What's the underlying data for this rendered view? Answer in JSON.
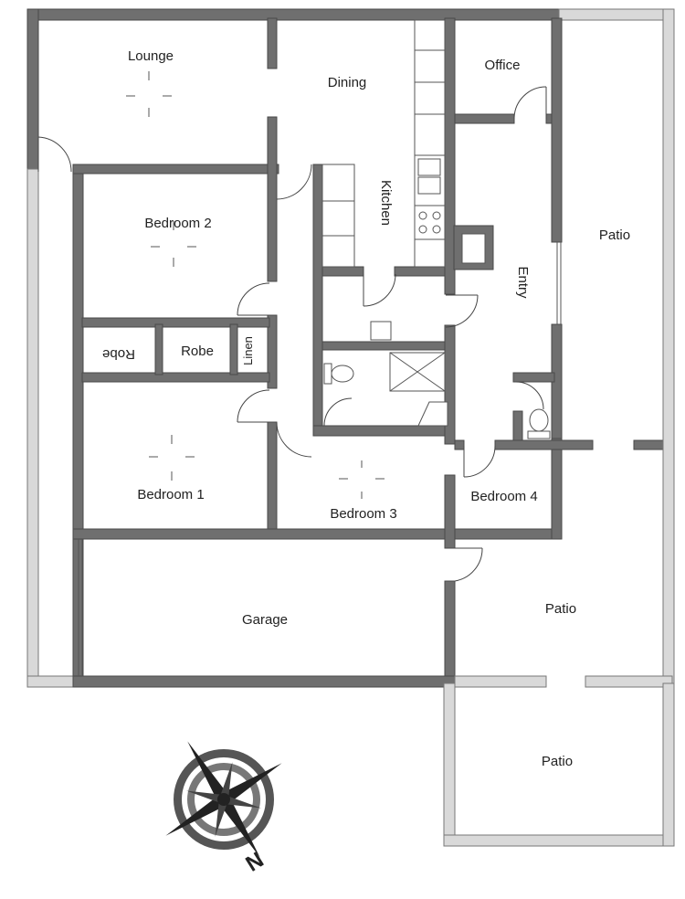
{
  "rooms": {
    "lounge": "Lounge",
    "dining": "Dining",
    "office": "Office",
    "kitchen": "Kitchen",
    "bedroom2": "Bedroom 2",
    "patio_east": "Patio",
    "entry": "Entry",
    "robe_left": "Robe",
    "robe_right": "Robe",
    "linen": "Linen",
    "bedroom1": "Bedroom 1",
    "bedroom3": "Bedroom 3",
    "bedroom4": "Bedroom 4",
    "garage": "Garage",
    "patio_south": "Patio",
    "patio_bottom": "Patio"
  },
  "compass": {
    "north_label": "N"
  },
  "colors": {
    "wall": "#6f6f6f",
    "wall_edge": "#4a4a4a",
    "background": "#ffffff"
  }
}
